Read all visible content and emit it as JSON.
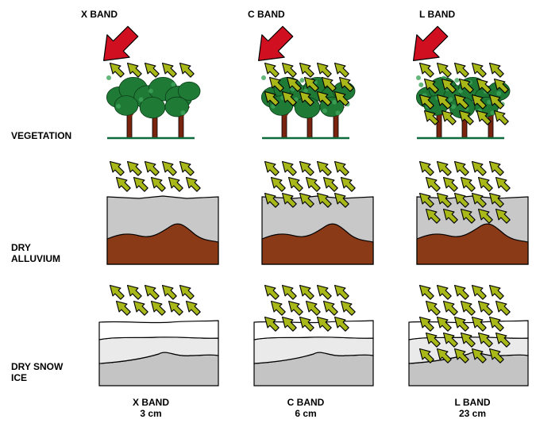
{
  "columns": [
    {
      "id": "x",
      "header": "X BAND",
      "footer_band": "X BAND",
      "footer_wavelength": "3 cm"
    },
    {
      "id": "c",
      "header": "C BAND",
      "footer_band": "C BAND",
      "footer_wavelength": "6 cm"
    },
    {
      "id": "l",
      "header": "L BAND",
      "footer_band": "L BAND",
      "footer_wavelength": "23 cm"
    }
  ],
  "rows": [
    {
      "id": "vegetation",
      "label_lines": [
        "VEGETATION"
      ]
    },
    {
      "id": "alluvium",
      "label_lines": [
        "DRY",
        "ALLUVIUM"
      ]
    },
    {
      "id": "snow",
      "label_lines": [
        "DRY SNOW",
        "ICE"
      ]
    }
  ],
  "penetration_levels": {
    "x": 1,
    "c": 2,
    "l": 3
  },
  "colors": {
    "band_arrow": "#d01020",
    "wave_arrow": "#a8b818",
    "foliage": "#1f7a35",
    "trunk": "#7a2410",
    "soil": "#8a3a16",
    "dry_layer": "#c8c8c8",
    "snow_top": "#ffffff",
    "snow_mid": "#eaeaea",
    "ice": "#c4c4c4",
    "ground_line": "#0d6b3b"
  }
}
